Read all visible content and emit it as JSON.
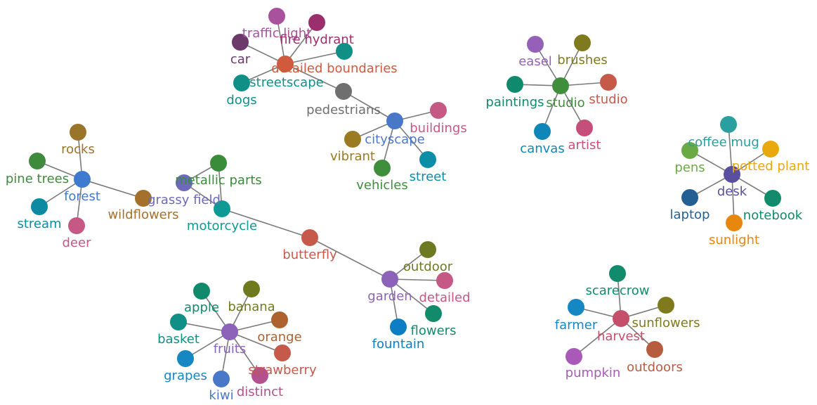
{
  "graph": {
    "nodes": [
      {
        "id": "traffic light",
        "color": "#a9519c"
      },
      {
        "id": "fire hydrant",
        "color": "#9b2f6e"
      },
      {
        "id": "car",
        "color": "#6b3a6b"
      },
      {
        "id": "detailed boundaries",
        "color": "#cf5a3e"
      },
      {
        "id": "streetscape",
        "color": "#0f8f86"
      },
      {
        "id": "dogs",
        "color": "#0f8f86"
      },
      {
        "id": "pedestrians",
        "color": "#6f6f6f"
      },
      {
        "id": "cityscape",
        "color": "#4a78c9"
      },
      {
        "id": "buildings",
        "color": "#c55885"
      },
      {
        "id": "vibrant",
        "color": "#9a7a22"
      },
      {
        "id": "vehicles",
        "color": "#3f8e3c"
      },
      {
        "id": "street",
        "color": "#0b8ea6"
      },
      {
        "id": "easel",
        "color": "#9460b8"
      },
      {
        "id": "brushes",
        "color": "#7f7a1e"
      },
      {
        "id": "paintings",
        "color": "#108a6c"
      },
      {
        "id": "studio",
        "color": "#3f8e3c"
      },
      {
        "id": "studio ",
        "color": "#c55a48"
      },
      {
        "id": "canvas",
        "color": "#0f86b8"
      },
      {
        "id": "artist",
        "color": "#c54f7a"
      },
      {
        "id": "coffee mug",
        "color": "#2a9fa0"
      },
      {
        "id": "pens",
        "color": "#6aaa45"
      },
      {
        "id": "potted plant",
        "color": "#e8a90e"
      },
      {
        "id": "desk",
        "color": "#5a4f9e"
      },
      {
        "id": "laptop",
        "color": "#245f93"
      },
      {
        "id": "notebook",
        "color": "#128a6c"
      },
      {
        "id": "sunlight",
        "color": "#e8870e"
      },
      {
        "id": "rocks",
        "color": "#9a7428"
      },
      {
        "id": "pine trees",
        "color": "#3f8a3c"
      },
      {
        "id": "forest",
        "color": "#3d7bd0"
      },
      {
        "id": "stream",
        "color": "#0c8aa1"
      },
      {
        "id": "deer",
        "color": "#c55885"
      },
      {
        "id": "wildflowers",
        "color": "#a5702c"
      },
      {
        "id": "metallic parts",
        "color": "#3a8c3a"
      },
      {
        "id": "grassy field",
        "color": "#6d6ab9"
      },
      {
        "id": "motorcycle",
        "color": "#0d9a94"
      },
      {
        "id": "butterfly",
        "color": "#c55a4a"
      },
      {
        "id": "outdoor",
        "color": "#6e7a22"
      },
      {
        "id": "garden",
        "color": "#8c63b9"
      },
      {
        "id": "detailed",
        "color": "#c55885"
      },
      {
        "id": "flowers",
        "color": "#128a6c"
      },
      {
        "id": "fountain",
        "color": "#0d7ec4"
      },
      {
        "id": "apple",
        "color": "#118a6c"
      },
      {
        "id": "banana",
        "color": "#6f7a1e"
      },
      {
        "id": "basket",
        "color": "#0f8f86"
      },
      {
        "id": "fruits",
        "color": "#8c63b9"
      },
      {
        "id": "orange",
        "color": "#ad6230"
      },
      {
        "id": "grapes",
        "color": "#1587c2"
      },
      {
        "id": "strawberry",
        "color": "#c55a4a"
      },
      {
        "id": "kiwi",
        "color": "#4a78c9"
      },
      {
        "id": "distinct",
        "color": "#b5508f"
      },
      {
        "id": "scarecrow",
        "color": "#128a6c"
      },
      {
        "id": "farmer",
        "color": "#1587c2"
      },
      {
        "id": "harvest",
        "color": "#c54f6a"
      },
      {
        "id": "sunflowers",
        "color": "#7f7a1e"
      },
      {
        "id": "pumpkin",
        "color": "#a95ab9"
      },
      {
        "id": "outdoors",
        "color": "#b85c40"
      }
    ],
    "edges": [
      [
        "detailed boundaries",
        "traffic light"
      ],
      [
        "detailed boundaries",
        "fire hydrant"
      ],
      [
        "detailed boundaries",
        "car"
      ],
      [
        "detailed boundaries",
        "streetscape"
      ],
      [
        "detailed boundaries",
        "dogs"
      ],
      [
        "detailed boundaries",
        "pedestrians"
      ],
      [
        "pedestrians",
        "cityscape"
      ],
      [
        "cityscape",
        "buildings"
      ],
      [
        "cityscape",
        "vibrant"
      ],
      [
        "cityscape",
        "vehicles"
      ],
      [
        "cityscape",
        "street"
      ],
      [
        "studio",
        "easel"
      ],
      [
        "studio",
        "brushes"
      ],
      [
        "studio",
        "paintings"
      ],
      [
        "studio",
        "studio "
      ],
      [
        "studio",
        "canvas"
      ],
      [
        "studio",
        "artist"
      ],
      [
        "desk",
        "coffee mug"
      ],
      [
        "desk",
        "pens"
      ],
      [
        "desk",
        "potted plant"
      ],
      [
        "desk",
        "laptop"
      ],
      [
        "desk",
        "notebook"
      ],
      [
        "desk",
        "sunlight"
      ],
      [
        "forest",
        "rocks"
      ],
      [
        "forest",
        "pine trees"
      ],
      [
        "forest",
        "stream"
      ],
      [
        "forest",
        "deer"
      ],
      [
        "forest",
        "wildflowers"
      ],
      [
        "grassy field",
        "metallic parts"
      ],
      [
        "grassy field",
        "motorcycle"
      ],
      [
        "metallic parts",
        "motorcycle"
      ],
      [
        "motorcycle",
        "butterfly"
      ],
      [
        "butterfly",
        "garden"
      ],
      [
        "garden",
        "outdoor"
      ],
      [
        "garden",
        "detailed"
      ],
      [
        "garden",
        "flowers"
      ],
      [
        "garden",
        "fountain"
      ],
      [
        "fruits",
        "apple"
      ],
      [
        "fruits",
        "banana"
      ],
      [
        "fruits",
        "basket"
      ],
      [
        "fruits",
        "orange"
      ],
      [
        "fruits",
        "grapes"
      ],
      [
        "fruits",
        "strawberry"
      ],
      [
        "fruits",
        "kiwi"
      ],
      [
        "fruits",
        "distinct"
      ],
      [
        "harvest",
        "scarecrow"
      ],
      [
        "harvest",
        "farmer"
      ],
      [
        "harvest",
        "sunflowers"
      ],
      [
        "harvest",
        "pumpkin"
      ],
      [
        "harvest",
        "outdoors"
      ]
    ]
  }
}
